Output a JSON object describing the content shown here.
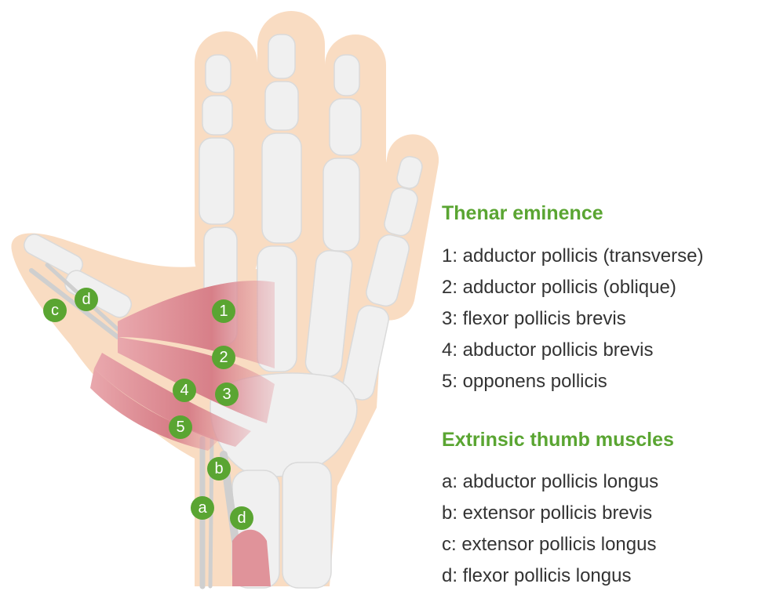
{
  "colors": {
    "skin": "#f9dcc2",
    "bone": "#f0f0f0",
    "muscle": "#d9848c",
    "marker": "#5aa532",
    "heading": "#5aa532",
    "text": "#333333"
  },
  "markers": [
    {
      "id": "1",
      "label": "1"
    },
    {
      "id": "2",
      "label": "2"
    },
    {
      "id": "3",
      "label": "3"
    },
    {
      "id": "4",
      "label": "4"
    },
    {
      "id": "5",
      "label": "5"
    },
    {
      "id": "a",
      "label": "a"
    },
    {
      "id": "b",
      "label": "b"
    },
    {
      "id": "c",
      "label": "c"
    },
    {
      "id": "d1",
      "label": "d"
    },
    {
      "id": "d2",
      "label": "d"
    }
  ],
  "legend": {
    "thenar": {
      "heading": "Thenar eminence",
      "items": [
        "1: adductor pollicis (transverse)",
        "2: adductor pollicis (oblique)",
        "3: flexor pollicis brevis",
        "4: abductor pollicis brevis",
        "5: opponens pollicis"
      ]
    },
    "extrinsic": {
      "heading": "Extrinsic thumb muscles",
      "items": [
        "a: abductor pollicis longus",
        "b: extensor pollicis brevis",
        "c: extensor pollicis longus",
        "d: flexor pollicis longus"
      ]
    }
  }
}
